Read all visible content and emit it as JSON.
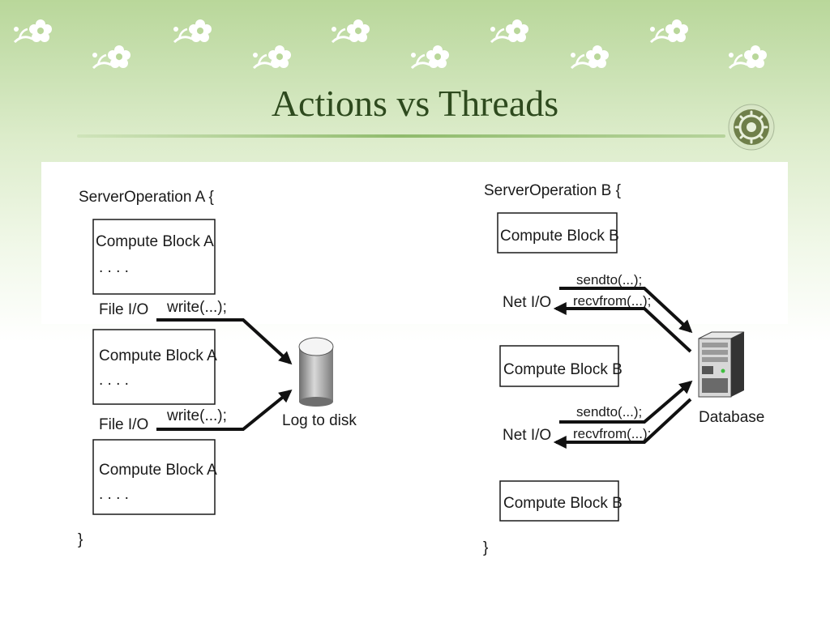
{
  "slide": {
    "title": "Actions  vs  Threads"
  },
  "decor": {
    "flower_icon": "flower-sprig-icon",
    "badge_icon": "gear-badge-icon"
  },
  "diagram": {
    "left": {
      "header": "ServerOperation A {",
      "compute_block_label": "Compute Block A",
      "ellipsis": ". . . .",
      "file_io_label": "File I/O",
      "write_call": "write(...);",
      "disk_label": "Log to disk",
      "closing_brace": "}"
    },
    "right": {
      "header": "ServerOperation B {",
      "compute_block_label": "Compute Block B",
      "net_io_label": "Net I/O",
      "sendto_call": "sendto(...);",
      "recvfrom_call": "recvfrom(...);",
      "database_label": "Database",
      "closing_brace": "}"
    }
  }
}
